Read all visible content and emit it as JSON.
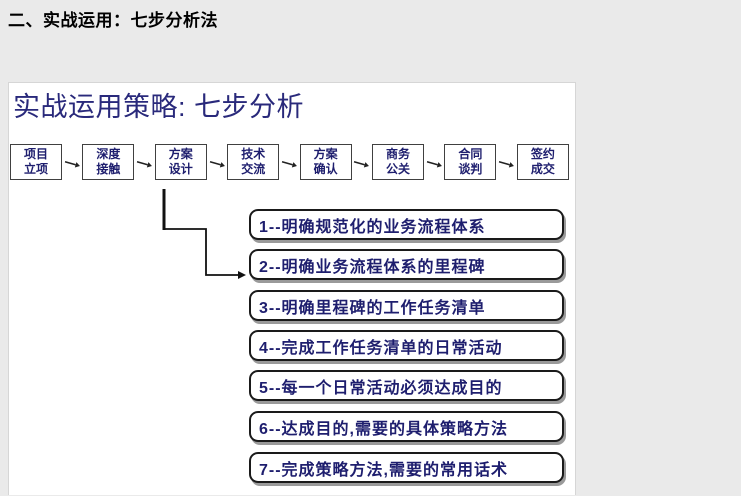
{
  "page": {
    "title": "二、实战运用：七步分析法"
  },
  "slide": {
    "title": "实战运用策略: 七步分析",
    "flow_steps": [
      {
        "line1": "项目",
        "line2": "立项"
      },
      {
        "line1": "深度",
        "line2": "接触"
      },
      {
        "line1": "方案",
        "line2": "设计"
      },
      {
        "line1": "技术",
        "line2": "交流"
      },
      {
        "line1": "方案",
        "line2": "确认"
      },
      {
        "line1": "商务",
        "line2": "公关"
      },
      {
        "line1": "合同",
        "line2": "谈判"
      },
      {
        "line1": "签约",
        "line2": "成交"
      }
    ],
    "analysis_items": [
      "1--明确规范化的业务流程体系",
      "2--明确业务流程体系的里程碑",
      "3--明确里程碑的工作任务清单",
      "4--完成工作任务清单的日常活动",
      "5--每一个日常活动必须达成目的",
      "6--达成目的,需要的具体策略方法",
      "7--完成策略方法,需要的常用话术"
    ],
    "colors": {
      "page_background": "#EAEAEA",
      "slide_background": "#FFFFFF",
      "title_navy": "#29297B",
      "text_navy": "#1E1E6E",
      "box_border": "#1A1A1A",
      "shadow_gray": "#9A9A9A"
    }
  }
}
